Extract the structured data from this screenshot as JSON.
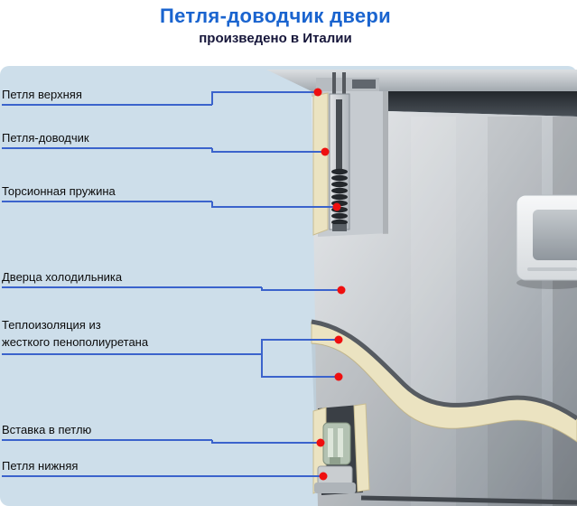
{
  "header": {
    "title": "Петля-доводчик двери",
    "subtitle": "произведено в Италии"
  },
  "labels": [
    {
      "text": "Петля верхняя"
    },
    {
      "text": "Петля-доводчик"
    },
    {
      "text": "Торсионная пружина"
    },
    {
      "text": "Дверца холодильника"
    },
    {
      "text": "Теплоизоляция из",
      "text2": "жесткого пенополиуретана"
    },
    {
      "text": "Вставка в петлю"
    },
    {
      "text": "Петля нижняя"
    }
  ],
  "colors": {
    "title_blue": "#1a64cf",
    "subtitle_dark": "#16163a",
    "label_text": "#0b0b0b",
    "leader_blue": "#3b63cc",
    "dot_red": "#ef0f0f",
    "diagram_bg": "#cddeea",
    "insulation_cream": "#ebe3c1"
  }
}
